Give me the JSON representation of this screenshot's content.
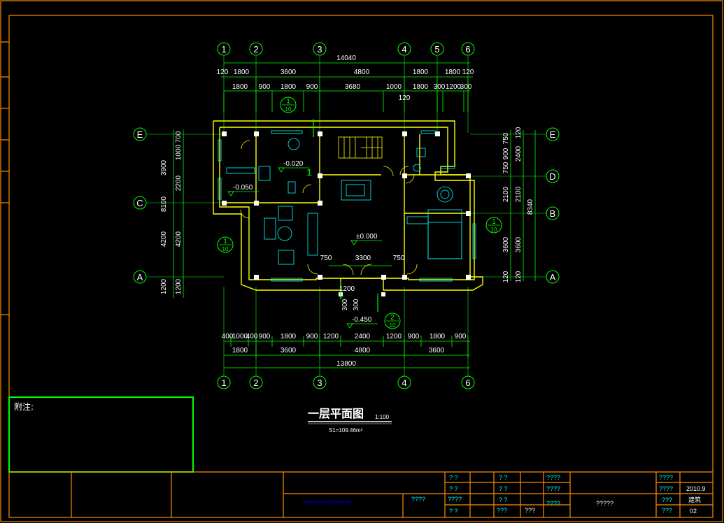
{
  "title": {
    "main": "一层平面图",
    "scale": "1:100",
    "area": "S1=109.46m²"
  },
  "notes_label": "附注:",
  "axes": {
    "top_labels": [
      "1",
      "2",
      "3",
      "4",
      "5",
      "6"
    ],
    "bottom_labels": [
      "1",
      "2",
      "3",
      "4",
      "6"
    ],
    "left_labels": [
      "E",
      "C",
      "A"
    ],
    "right_labels": [
      "E",
      "D",
      "B",
      "A"
    ]
  },
  "dimensions": {
    "top_total": "14040",
    "top_row1": [
      "120",
      "1800",
      "3600",
      "4800",
      "1800",
      "1800",
      "120"
    ],
    "top_row2": [
      "1800",
      "900",
      "1800",
      "900",
      "3680",
      "1000",
      "1800",
      "300",
      "1200",
      "300"
    ],
    "top_extra": "120",
    "bottom_row1": [
      "400",
      "1000",
      "400",
      "900",
      "1800",
      "900",
      "1200",
      "2400",
      "1200",
      "900",
      "1800",
      "900"
    ],
    "bottom_row2": [
      "1800",
      "3600",
      "4800",
      "3600"
    ],
    "bottom_total": "13800",
    "left_inner": [
      "1000",
      "700",
      "2200",
      "4200",
      "1200"
    ],
    "left_outer": [
      "3900",
      "8100",
      "4200",
      "1200"
    ],
    "right_inner": [
      "750",
      "900",
      "750",
      "2100",
      "3600",
      "120"
    ],
    "right_mid": [
      "120",
      "2400",
      "2100",
      "3600",
      "120"
    ],
    "right_total": "8340",
    "interior": [
      "750",
      "3300",
      "750"
    ],
    "porch": [
      "1200",
      "300",
      "300"
    ]
  },
  "elevations": [
    "-0.020",
    "-0.050",
    "±0.000",
    "-0.450"
  ],
  "section_marks": [
    {
      "num": "1",
      "den": "10"
    },
    {
      "num": "1",
      "den": "10"
    },
    {
      "num": "1",
      "den": "10"
    },
    {
      "num": "2",
      "den": "10"
    }
  ],
  "stair_mark": "1",
  "title_block": {
    "marks": [
      "?  ?",
      "?  ?",
      "?  ?",
      "?  ?",
      "?  ?",
      "?  ?"
    ],
    "q4": [
      "????",
      "????",
      "????",
      "????",
      "????",
      "????",
      "????"
    ],
    "q3": [
      "???",
      "???",
      "???",
      "???"
    ],
    "project": "??????????????",
    "drawing_name": "?????",
    "date": "2010.9",
    "discipline": "建筑",
    "sheet": "02"
  },
  "colors": {
    "frame": "#ff8c00",
    "dim": "#00ff00",
    "wall": "#ffff00",
    "furniture": "#00ffff",
    "text": "#ffffff"
  }
}
